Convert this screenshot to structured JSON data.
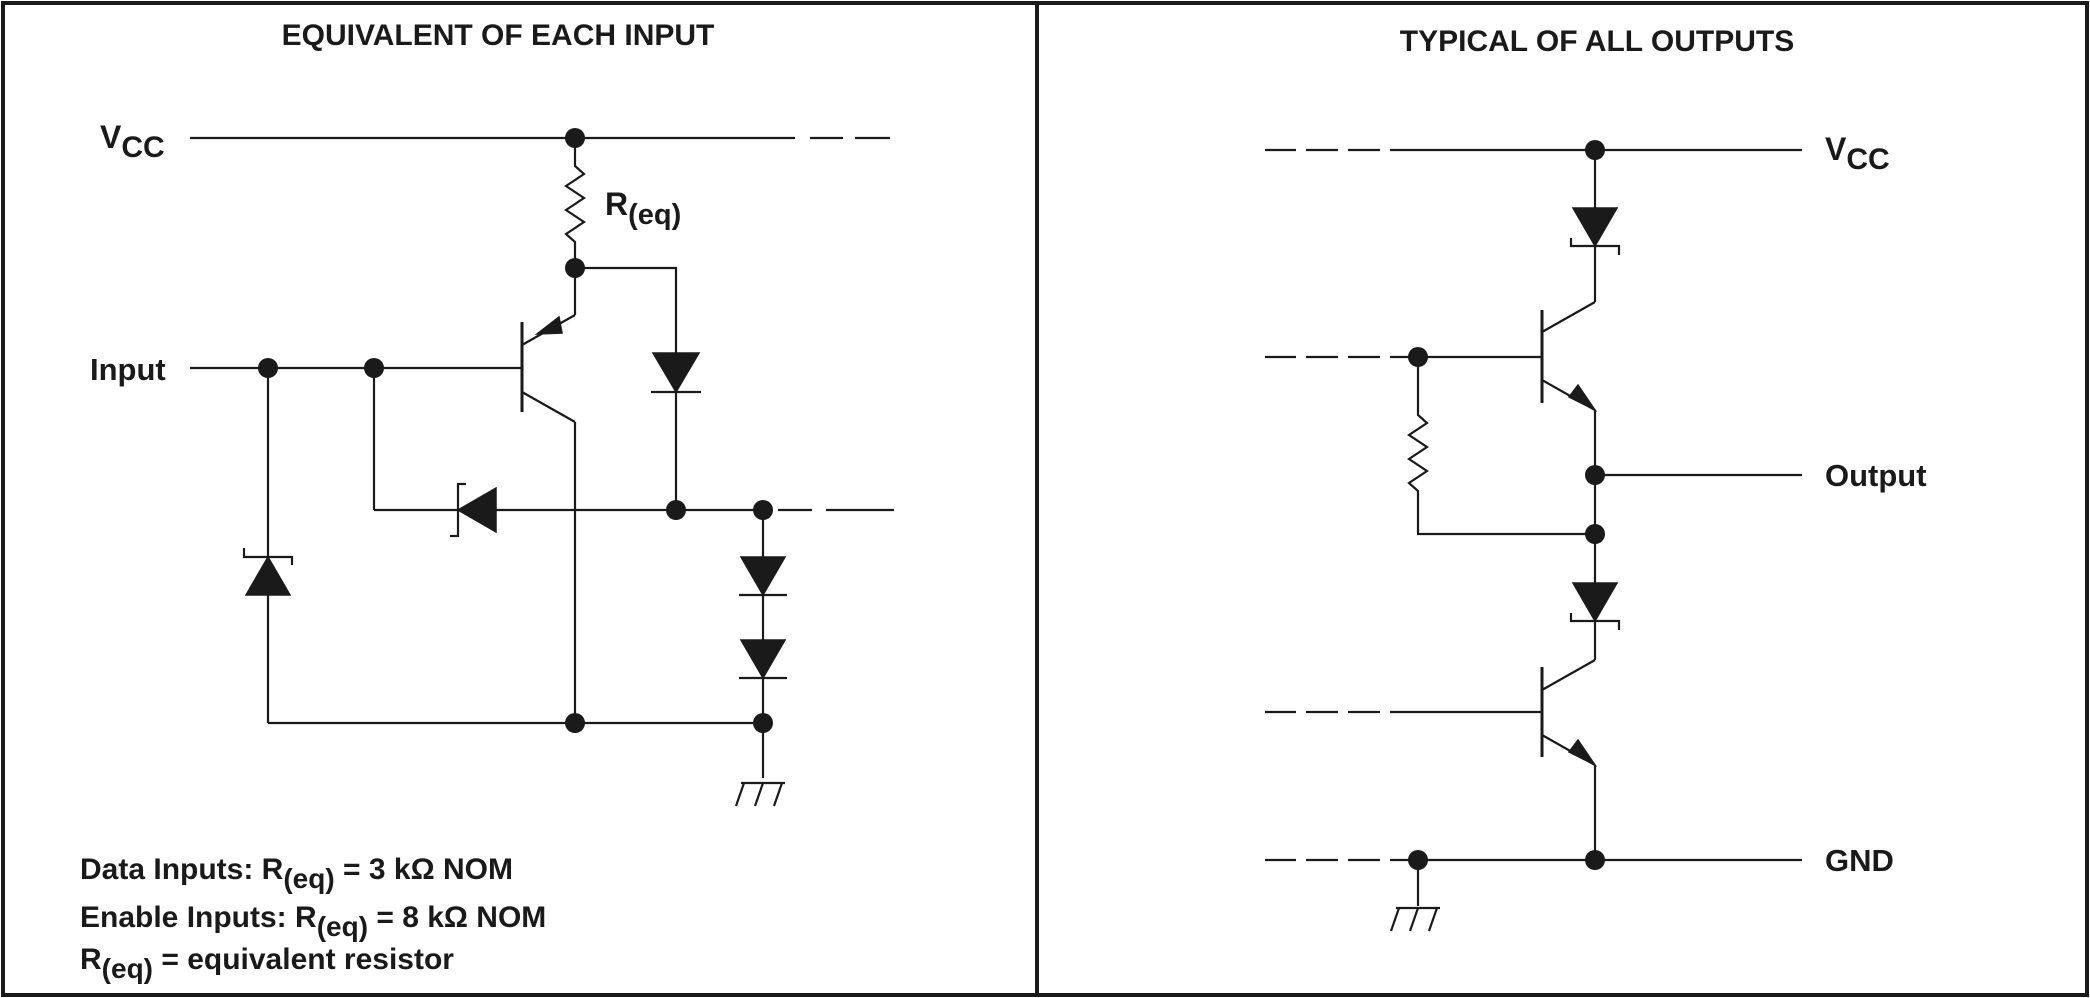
{
  "left_panel": {
    "title": "EQUIVALENT OF EACH INPUT",
    "vcc_main": "V",
    "vcc_sub": "CC",
    "req_main": "R",
    "req_sub": "(eq)",
    "input_label": "Input",
    "notes": [
      {
        "pre": "Data Inputs: R",
        "sub": "(eq)",
        "post": " = 3 kΩ NOM"
      },
      {
        "pre": "Enable Inputs: R",
        "sub": "(eq)",
        "post": " = 8 kΩ NOM"
      },
      {
        "pre": "R",
        "sub": "(eq)",
        "post": " = equivalent resistor"
      }
    ]
  },
  "right_panel": {
    "title": "TYPICAL OF ALL OUTPUTS",
    "vcc_main": "V",
    "vcc_sub": "CC",
    "output_label": "Output",
    "gnd_label": "GND"
  }
}
